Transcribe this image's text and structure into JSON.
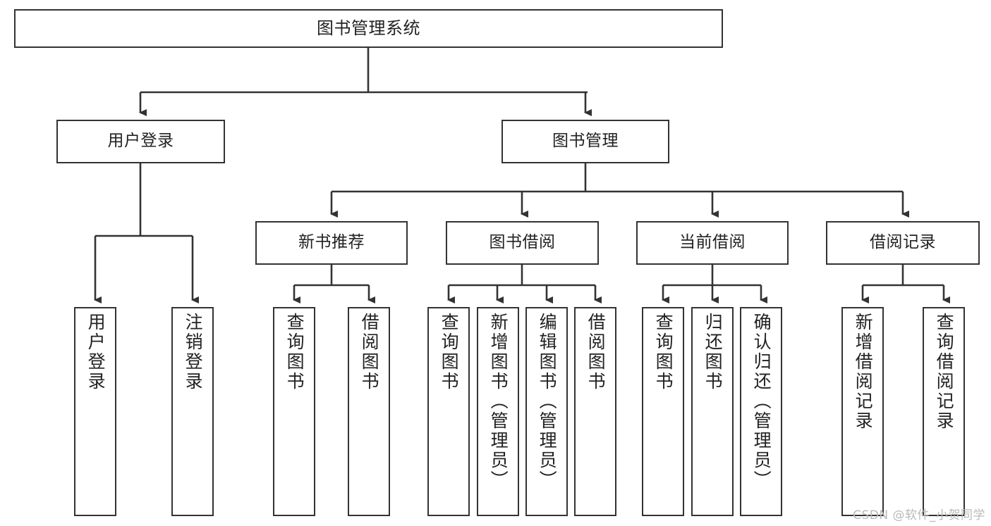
{
  "diagram": {
    "title": "图书管理系统",
    "type": "tree-hierarchy-chart",
    "colors": {
      "box_border": "#333333",
      "box_fill": "#ffffff",
      "edge": "#333333",
      "text": "#222222",
      "watermark": "#b9b9b9",
      "background": "#ffffff"
    },
    "watermark": "CSDN @软件_小贺同学",
    "nodes": {
      "root": {
        "label": "图书管理系统"
      },
      "level2": [
        {
          "label": "用户登录"
        },
        {
          "label": "图书管理"
        }
      ],
      "level3": [
        {
          "label": "新书推荐"
        },
        {
          "label": "图书借阅"
        },
        {
          "label": "当前借阅"
        },
        {
          "label": "借阅记录"
        }
      ],
      "leaves": {
        "user_login": [
          {
            "label": "用户登录"
          },
          {
            "label": "注销登录"
          }
        ],
        "new_book_recommend": [
          {
            "label": "查询图书"
          },
          {
            "label": "借阅图书"
          }
        ],
        "book_borrow": [
          {
            "label": "查询图书"
          },
          {
            "label": "新增图书（管理员）"
          },
          {
            "label": "编辑图书（管理员）"
          },
          {
            "label": "借阅图书"
          }
        ],
        "current_borrow": [
          {
            "label": "查询图书"
          },
          {
            "label": "归还图书"
          },
          {
            "label": "确认归还（管理员）"
          }
        ],
        "borrow_record": [
          {
            "label": "新增借阅记录"
          },
          {
            "label": "查询借阅记录"
          }
        ]
      }
    }
  }
}
